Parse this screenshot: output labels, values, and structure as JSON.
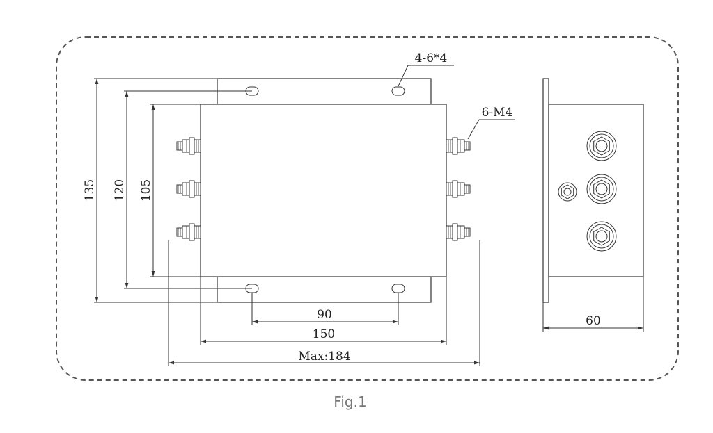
{
  "labels": {
    "dim_135": "135",
    "dim_120": "120",
    "dim_105": "105",
    "dim_90": "90",
    "dim_150": "150",
    "dim_max": "Max:184",
    "dim_60": "60",
    "callout_holes": "4-6*4",
    "callout_terminals": "6-M4",
    "caption": "Fig.1"
  },
  "colors": {
    "line": "#333333",
    "frame": "#555555",
    "caption": "#777777"
  }
}
